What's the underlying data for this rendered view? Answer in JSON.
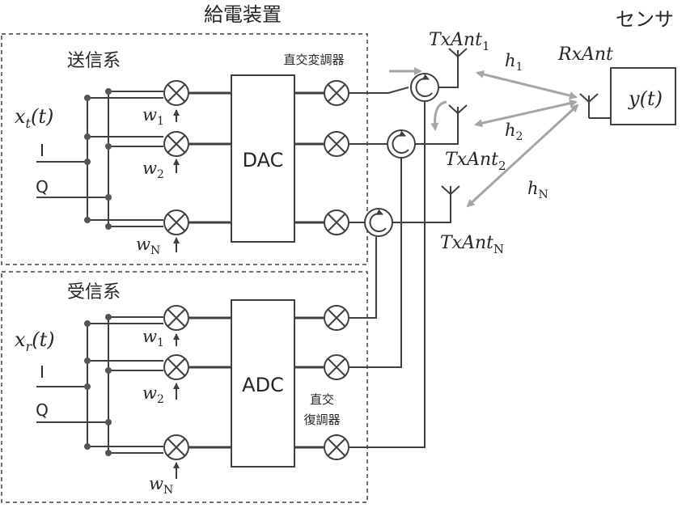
{
  "feeder_title": "給電装置",
  "sensor_title": "センサ",
  "tx_system": {
    "label": "送信系",
    "modulator_label": "直交変調器",
    "input_signal": "x_t(t)",
    "i_label": "I",
    "q_label": "Q",
    "converter_label": "DAC",
    "weights": [
      "w_1",
      "w_2",
      "w_N"
    ]
  },
  "rx_system": {
    "label": "受信系",
    "demodulator_label_line1": "直交",
    "demodulator_label_line2": "復調器",
    "input_signal": "x_r(t)",
    "i_label": "I",
    "q_label": "Q",
    "converter_label": "ADC",
    "weights": [
      "w_1",
      "w_2",
      "w_N"
    ]
  },
  "antennas": {
    "tx": [
      "TxAnt_1",
      "TxAnt_2",
      "TxAnt_N"
    ],
    "rx": "RxAnt"
  },
  "channels": [
    "h_1",
    "h_2",
    "h_N"
  ],
  "sensor_output": "y(t)"
}
